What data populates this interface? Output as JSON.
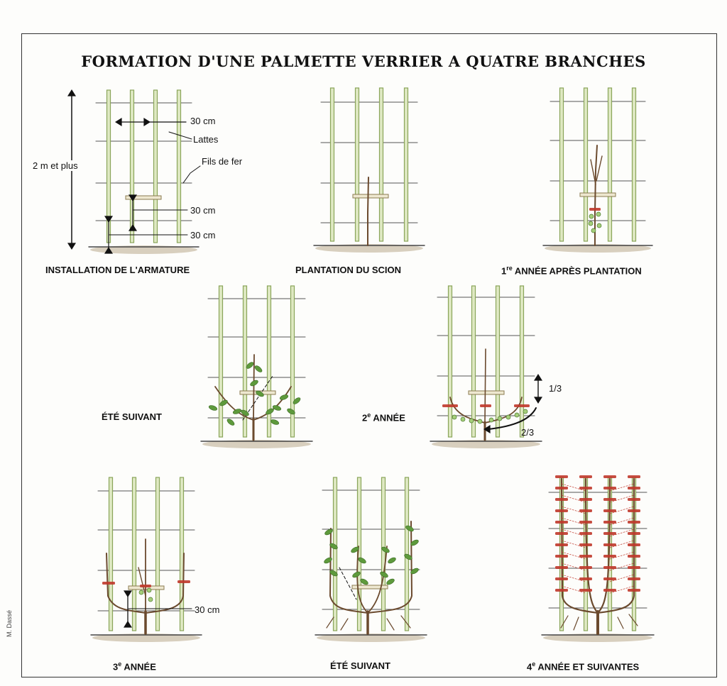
{
  "title": "FORMATION D'UNE PALMETTE VERRIER A QUATRE BRANCHES",
  "credit": "M. Dassé",
  "colors": {
    "lath": "#8aa55a",
    "wire": "#555555",
    "trunk": "#6b4a2e",
    "leaf": "#5e9a3c",
    "cut": "#c0392b",
    "soil": "#b9a98c"
  },
  "panels": [
    {
      "caption": "INSTALLATION DE L'ARMATURE"
    },
    {
      "caption": "PLANTATION DU SCION"
    },
    {
      "caption_prefix": "1",
      "caption_sup": "re",
      "caption_rest": " ANNÉE APRÈS PLANTATION"
    },
    {
      "caption": "ÉTÉ SUIVANT"
    },
    {
      "caption_prefix": "2",
      "caption_sup": "e",
      "caption_rest": " ANNÉE"
    },
    {
      "caption_prefix": "3",
      "caption_sup": "e",
      "caption_rest": " ANNÉE"
    },
    {
      "caption": "ÉTÉ SUIVANT"
    },
    {
      "caption_prefix": "4",
      "caption_sup": "e",
      "caption_rest": " ANNÉE ET SUIVANTES"
    }
  ],
  "annotations": {
    "spacing_laths": "30 cm",
    "lattes": "Lattes",
    "fils_de_fer": "Fils de fer",
    "height": "2 m et plus",
    "spacing_wire_first": "30 cm",
    "spacing_ground": "30 cm",
    "fraction_top": "1/3",
    "fraction_bottom": "2/3",
    "spacing_third_year": "30 cm"
  }
}
